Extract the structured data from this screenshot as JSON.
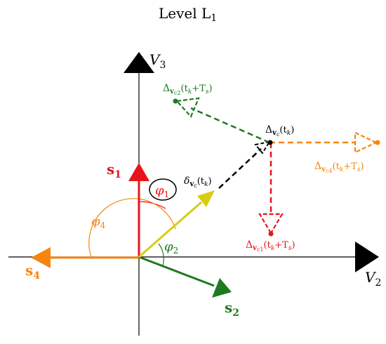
{
  "title": {
    "text": "Level L",
    "sub": "1"
  },
  "axes": {
    "v3": {
      "main": "V",
      "sub": "3"
    },
    "v2": {
      "main": "V",
      "sub": "2"
    }
  },
  "vectors": {
    "s1": {
      "main": "s",
      "sub": "1",
      "color": "#e8141c"
    },
    "s2": {
      "main": "s",
      "sub": "2",
      "color": "#1f7a1f"
    },
    "s4": {
      "main": "s",
      "sub": "4",
      "color": "#f7850f"
    },
    "delta_v": {
      "main": "δ",
      "sub": "v",
      "subsub": "c",
      "arg": "(t",
      "argsub": "k",
      "tail": ")",
      "color": "#d8cc14"
    }
  },
  "angles": {
    "phi1": {
      "main": "φ",
      "sub": "1",
      "color": "#e8141c"
    },
    "phi2": {
      "main": "φ",
      "sub": "2",
      "color": "#1f7a1f"
    },
    "phi4": {
      "main": "φ",
      "sub": "4",
      "color": "#f7850f"
    }
  },
  "points": {
    "delta_vc": {
      "main": "Δ",
      "sub": "v",
      "subsub": "c",
      "arg": "(t",
      "argsub": "k",
      "tail": ")",
      "color": "#000000"
    },
    "delta_vc1": {
      "main": "Δ",
      "sub": "v",
      "subsub": "c1",
      "arg": "(t",
      "argsub": "k",
      "plus": "+T",
      "plussub": "s",
      "tail": ")",
      "color": "#e8141c"
    },
    "delta_vc2": {
      "main": "Δ",
      "sub": "v",
      "subsub": "c2",
      "arg": "(t",
      "argsub": "k",
      "plus": "+T",
      "plussub": "s",
      "tail": ")",
      "color": "#1f7a1f"
    },
    "delta_vc4": {
      "main": "Δ",
      "sub": "v",
      "subsub": "c4",
      "arg": "(t",
      "argsub": "k",
      "plus": "+T",
      "plussub": "s",
      "tail": ")",
      "color": "#f7850f"
    }
  }
}
